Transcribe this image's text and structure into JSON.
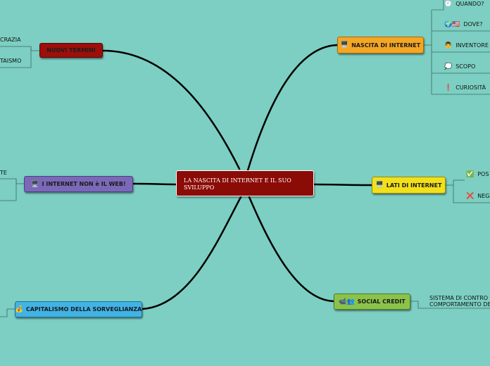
{
  "central": {
    "line1": "LA NASCITA DI INTERNET E IL SUO",
    "line2": "SVILUPPO"
  },
  "branches": {
    "nuovi_termini": {
      "label": "NUOVI TERMINI",
      "children": [
        "CRAZIA",
        "TAISMO"
      ]
    },
    "internet_non_web": {
      "icon": "🖥️",
      "label": "I INTERNET NON è IL WEB!",
      "children": [
        "TE"
      ]
    },
    "capitalismo": {
      "icon": "💰",
      "label": "CAPITALISMO DELLA SORVEGLIANZA"
    },
    "nascita": {
      "icon": "🖥️",
      "label": "NASCITA DI INTERNET",
      "children": [
        {
          "icon": "🕘",
          "label": "QUANDO?"
        },
        {
          "icon": "🌍🇺🇸",
          "label": "DOVE?"
        },
        {
          "icon": "👨",
          "label": "INVENTORE"
        },
        {
          "icon": "💭",
          "label": "SCOPO"
        },
        {
          "icon": "❗",
          "label": "CURIOSITÀ"
        }
      ]
    },
    "lati": {
      "icon": "🖥️",
      "label": "LATI DI INTERNET",
      "children": [
        {
          "icon": "✅",
          "label": "POS"
        },
        {
          "icon": "❌",
          "label": "NEG"
        }
      ]
    },
    "social_credit": {
      "icon": "📹👥",
      "label": "SOCIAL CREDIT",
      "child_line1": "SISTEMA DI CONTRO",
      "child_line2": "COMPORTAMENTO DE"
    }
  },
  "colors": {
    "background": "#7ccfc2",
    "central": "#8b0b06",
    "nuovi_termini": "#9e0e0a",
    "internet_non_web": "#7b68b7",
    "capitalismo": "#41b3e5",
    "nascita": "#f5a623",
    "lati": "#f2e01b",
    "social_credit": "#8bc34a"
  }
}
